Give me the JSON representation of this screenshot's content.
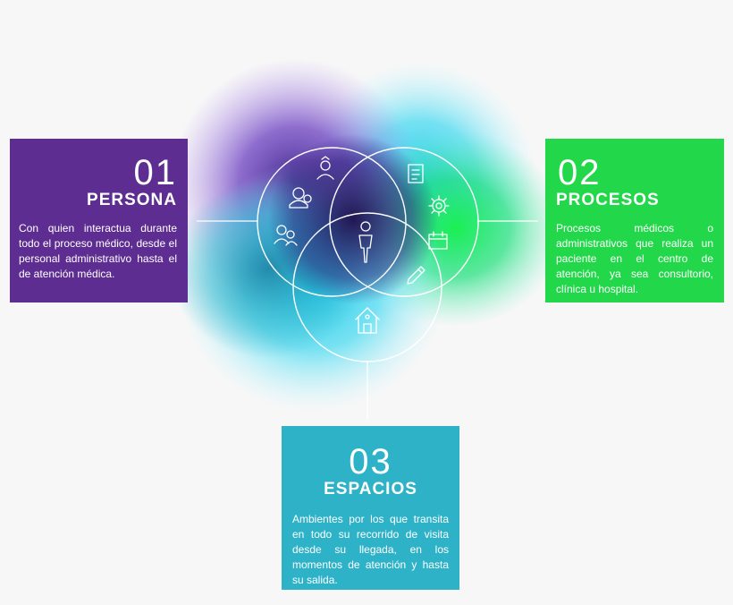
{
  "cards": {
    "persona": {
      "number": "01",
      "title": "PERSONA",
      "description": "Con quien interactua durante todo el proceso médico, desde el personal administrativo hasta el de atención médica."
    },
    "procesos": {
      "number": "02",
      "title": "PROCESOS",
      "description": "Procesos médicos o administrativos que realiza un paciente en el centro de atención, ya sea consultorio, clínica u hospital."
    },
    "espacios": {
      "number": "03",
      "title": "ESPACIOS",
      "description": "Ambientes por los que transita en todo su recorrido de visita desde su llegada, en los momentos de atención y hasta su salida."
    }
  },
  "colors": {
    "persona": "#5e2d91",
    "procesos": "#22d84a",
    "espacios": "#2eb2c8"
  },
  "icons": {
    "persona": [
      "user-badge-icon",
      "people-icon",
      "group-icon"
    ],
    "procesos": [
      "document-icon",
      "gear-icon",
      "calendar-icon",
      "pencil-icon"
    ],
    "espacios": [
      "home-icon"
    ],
    "center": "person-icon"
  }
}
